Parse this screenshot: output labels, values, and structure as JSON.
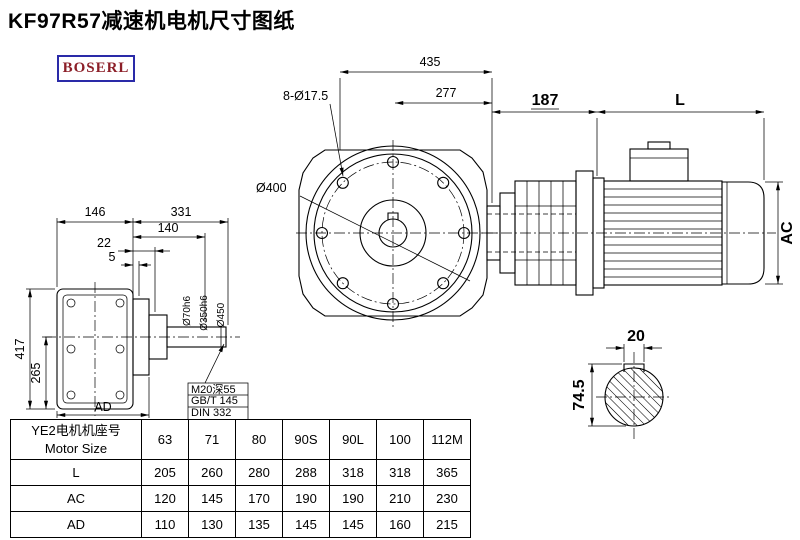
{
  "page": {
    "title": "KF97R57减速机电机尺寸图纸",
    "brand": "BOSERL"
  },
  "front": {
    "width": "435",
    "inner_width": "277",
    "bolt_holes": "8-Ø17.5",
    "bolt_circle": "Ø400"
  },
  "side": {
    "gear_len": "187",
    "motor_len": "L",
    "motor_dia": "AC"
  },
  "left": {
    "d146": "146",
    "d331": "331",
    "d140": "140",
    "d22": "22",
    "d5": "5",
    "d417": "417",
    "d265": "265",
    "dAD": "AD",
    "shaft_dia": "Ø70h6",
    "spigot_dia": "Ø350h6",
    "flange_dia": "Ø450",
    "note1": "M20深55",
    "note2": "GB/T 145",
    "note3": "DIN 332"
  },
  "section": {
    "key_width": "20",
    "height": "74.5"
  },
  "table": {
    "header_cn": "YE2电机机座号",
    "header_en": "Motor Size",
    "sizes": [
      "63",
      "71",
      "80",
      "90S",
      "90L",
      "100",
      "112M"
    ],
    "rows": [
      {
        "label": "L",
        "values": [
          "205",
          "260",
          "280",
          "288",
          "318",
          "318",
          "365"
        ]
      },
      {
        "label": "AC",
        "values": [
          "120",
          "145",
          "170",
          "190",
          "190",
          "210",
          "230"
        ]
      },
      {
        "label": "AD",
        "values": [
          "110",
          "130",
          "135",
          "145",
          "145",
          "160",
          "215"
        ]
      }
    ]
  }
}
